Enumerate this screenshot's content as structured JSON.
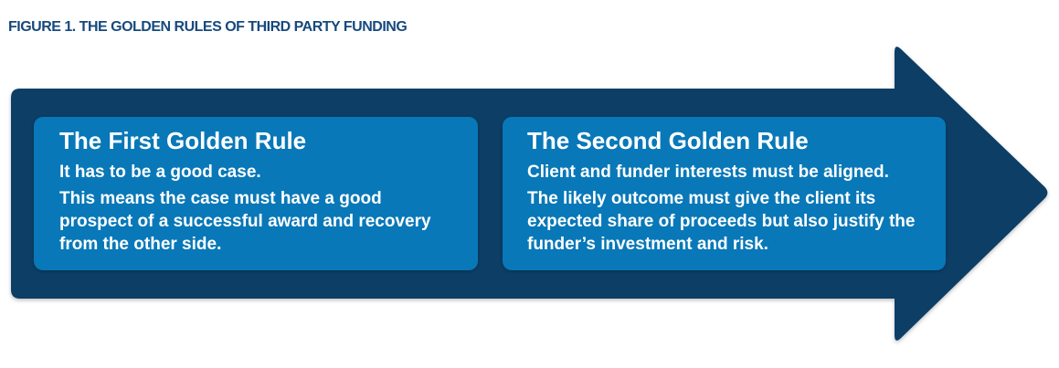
{
  "figure": {
    "title": "FIGURE 1. THE GOLDEN RULES OF THIRD PARTY FUNDING"
  },
  "colors": {
    "arrow_navy": "#0c3e66",
    "card_blue": "#0878b8",
    "title_text": "#17497d",
    "card_text": "#ffffff"
  },
  "arrow": {
    "direction": "right"
  },
  "rules": [
    {
      "heading": "The First Golden Rule",
      "paragraphs": [
        "It has to be a good case.",
        "This means the case must have a good\nprospect of a successful award and recovery\nfrom the other side."
      ]
    },
    {
      "heading": "The Second Golden Rule",
      "paragraphs": [
        "Client and funder interests must be aligned.",
        "The likely outcome must give the client its\nexpected share of proceeds but also justify the\nfunder’s investment and risk."
      ]
    }
  ]
}
